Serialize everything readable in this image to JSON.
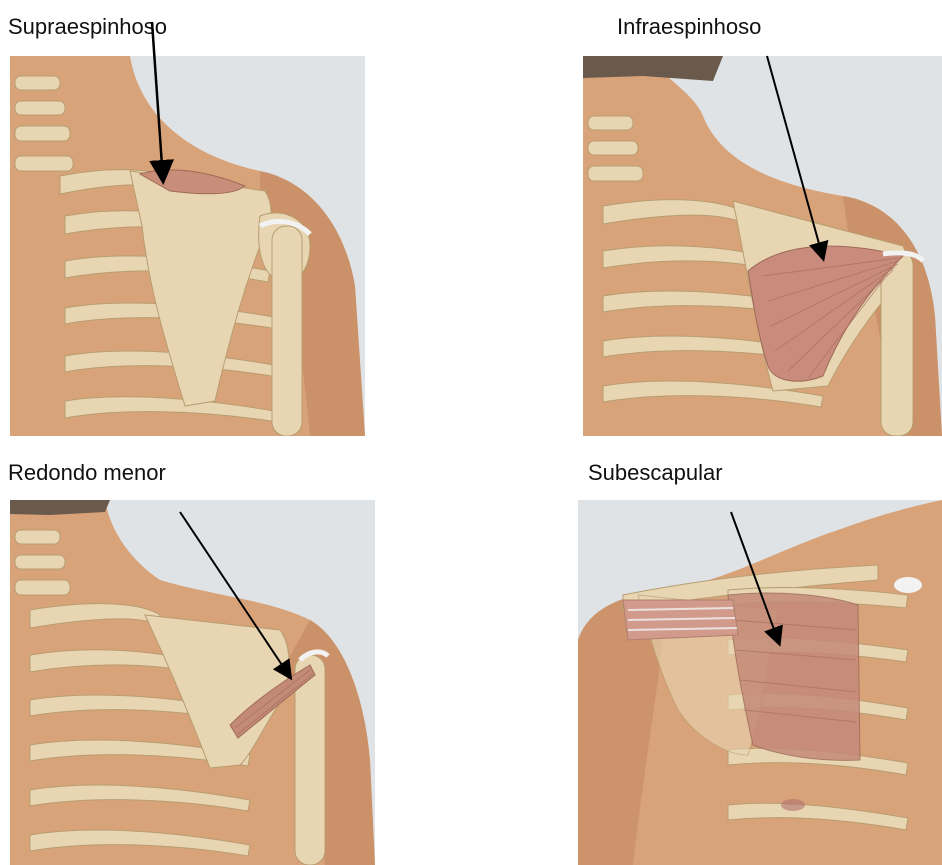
{
  "panels": [
    {
      "label": "Supraespinhoso",
      "muscle_color": "#c88e7a"
    },
    {
      "label": "Infraespinhoso",
      "muscle_color": "#c98b7c"
    },
    {
      "label": "Redondo menor",
      "muscle_color": "#c48a78"
    },
    {
      "label": "Subescapular",
      "muscle_color": "#c48a78"
    }
  ],
  "colors": {
    "skin": "#d9a37a",
    "skin_shadow": "#c1865c",
    "bone": "#e8d6b3",
    "bone_edge": "#b79d70",
    "background": "#dfe3e6",
    "hair": "#6a5a4c",
    "arrow": "#000000"
  }
}
